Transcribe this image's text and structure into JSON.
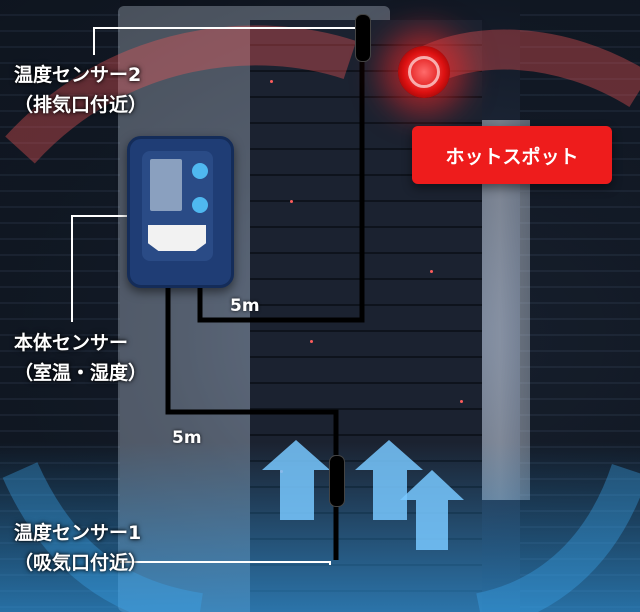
{
  "labels": {
    "sensor2_line1": "温度センサー2",
    "sensor2_line2": "（排気口付近）",
    "main_line1": "本体センサー",
    "main_line2": "（室温・湿度）",
    "sensor1_line1": "温度センサー1",
    "sensor1_line2": "（吸気口付近）",
    "hotspot": "ホットスポット",
    "cable_upper": "5m",
    "cable_lower": "5m"
  },
  "colors": {
    "hotspot_badge": "#ee1c1c",
    "sensor_body": "#1f3d75",
    "sensor_button": "#4fb8f0",
    "cold_air": "#34a0eb",
    "hot_air": "#ff3b3b"
  },
  "icons": {
    "main_sensor": "sensor-device-icon",
    "probe": "temperature-probe-icon",
    "fan": "exhaust-fan-icon",
    "airflow": "airflow-arrow-icon"
  }
}
